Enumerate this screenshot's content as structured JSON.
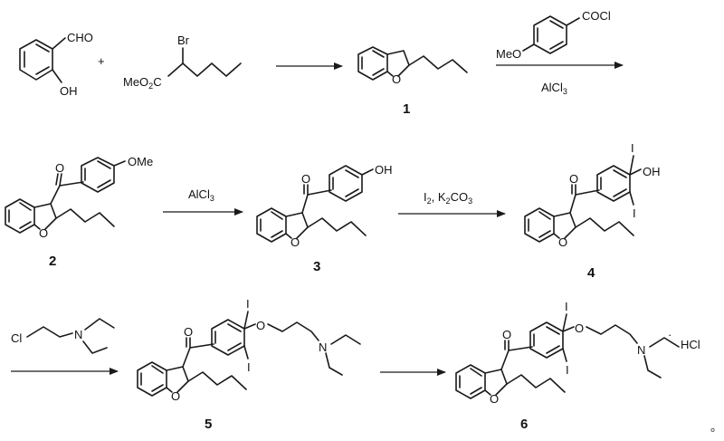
{
  "reagents": {
    "salicylaldehyde_cho": "CHO",
    "salicylaldehyde_oh": "OH",
    "plus": "+",
    "ester_br": "Br",
    "ester_meo2c": "MeO",
    "ester_c": "C",
    "ester_sub2": "2",
    "anisoyl_cocl": "COCl",
    "anisoyl_meo": "MeO",
    "alcl3_1": "AlCl",
    "alcl3_1_sub": "3",
    "alcl3_2": "AlCl",
    "alcl3_2_sub": "3",
    "iodination_i": "I",
    "iodination_i_sub": "2",
    "iodination_k": ", K",
    "iodination_k_sub": "2",
    "iodination_co": "CO",
    "iodination_co_sub": "3",
    "amine_cl": "Cl",
    "amine_n": "N",
    "hcl": "HCl",
    "hcl_dot": "·",
    "trailing_mark": "。"
  },
  "atoms": {
    "o": "O",
    "ome": "OMe",
    "oh": "OH",
    "i": "I",
    "n": "N"
  },
  "compounds": [
    "1",
    "2",
    "3",
    "4",
    "5",
    "6"
  ]
}
